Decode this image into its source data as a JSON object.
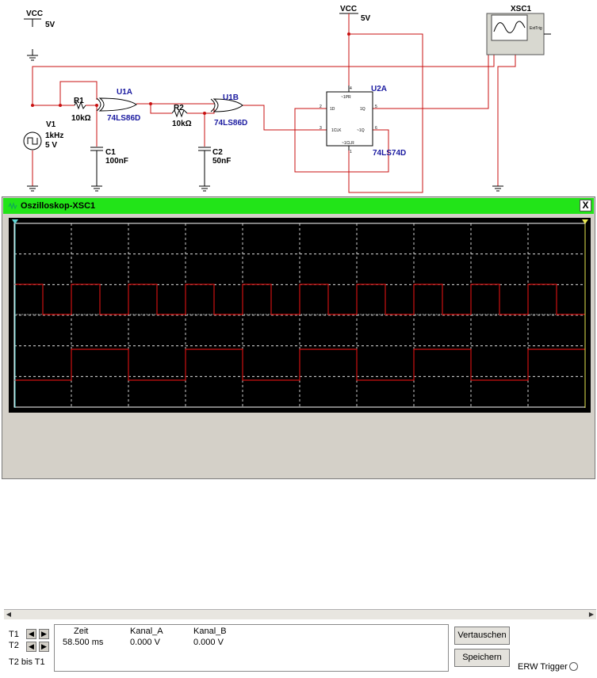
{
  "schematic": {
    "vcc_left": {
      "label": "VCC",
      "value": "5V"
    },
    "vcc_right": {
      "label": "VCC",
      "value": "5V"
    },
    "r1": {
      "name": "R1",
      "value": "10kΩ"
    },
    "r2": {
      "name": "R2",
      "value": "10kΩ"
    },
    "c1": {
      "name": "C1",
      "value": "100nF"
    },
    "c2": {
      "name": "C2",
      "value": "50nF"
    },
    "v1": {
      "name": "V1",
      "freq": "1kHz",
      "volt": "5 V"
    },
    "u1a": {
      "name": "U1A",
      "part": "74LS86D"
    },
    "u1b": {
      "name": "U1B",
      "part": "74LS86D"
    },
    "u2a": {
      "name": "U2A",
      "part": "74LS74D",
      "pins": {
        "pr": "~1PR",
        "d": "1D",
        "clk": "1CLK",
        "q": "1Q",
        "nq": "~1Q",
        "clr": "~1CLR",
        "n2": "2",
        "n3": "3",
        "n4": "4",
        "n5": "5",
        "n6": "6",
        "n1": "1"
      }
    },
    "xsc1": {
      "name": "XSC1",
      "trig": "ExtTrig"
    }
  },
  "scope": {
    "title": "Oszilloskop-XSC1",
    "close": "X",
    "channel_a_color": "#cc1010",
    "channel_b_color": "#cc1010",
    "t1_label": "T1",
    "t2_label": "T2",
    "t2_minus_t1_label": "T2 bis T1",
    "readout": {
      "col_time": "Zeit",
      "col_a": "Kanal_A",
      "col_b": "Kanal_B",
      "time": "58.500 ms",
      "a": "0.000 V",
      "b": "0.000 V"
    },
    "swap_button": "Vertauschen",
    "save_button": "Speichern",
    "ext_trigger_label": "ERW Trigger"
  }
}
